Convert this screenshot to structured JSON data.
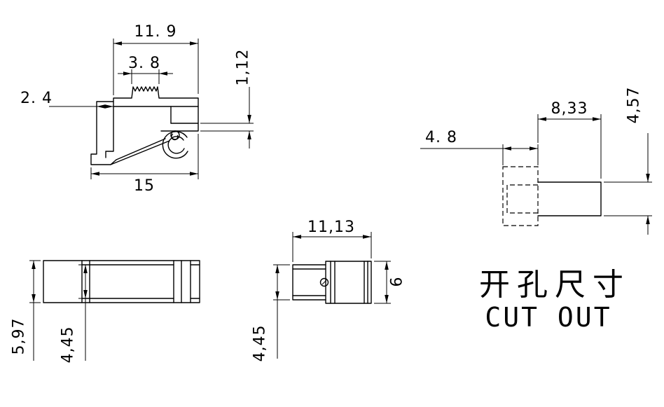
{
  "title": {
    "cn": "开孔尺寸",
    "en": "CUT OUT"
  },
  "colors": {
    "line": "#000000",
    "background": "#ffffff"
  },
  "views": {
    "profile": {
      "dims": {
        "top_width": "11. 9",
        "serration_width": "3. 8",
        "flange_thickness": "1,12",
        "wall_thickness": "2. 4",
        "overall_width": "15"
      }
    },
    "cutout": {
      "dims": {
        "body_depth": "4. 8",
        "slot_length": "8,33",
        "slot_height": "4,57"
      }
    },
    "side": {
      "dims": {
        "overall_height": "5,97",
        "inner_height": "4,45"
      }
    },
    "front": {
      "dims": {
        "overall_length": "11,13",
        "body_height": "6",
        "inner_height": "4,45"
      }
    }
  }
}
